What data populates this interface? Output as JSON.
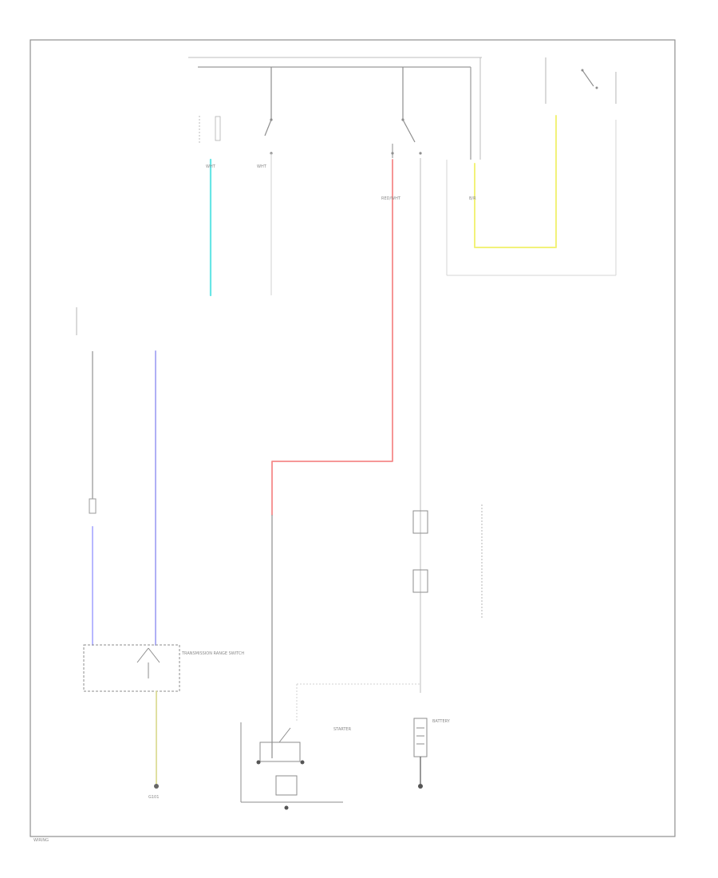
{
  "labels": {
    "bat_wht": "WHT",
    "bat_red_wht": "RED/WHT",
    "bat_right": "B/R",
    "trans": "TRANSMISSION RANGE SWITCH",
    "starter": "STARTER",
    "battery": "BATTERY",
    "ground": "G101",
    "footer": "WIRING"
  }
}
